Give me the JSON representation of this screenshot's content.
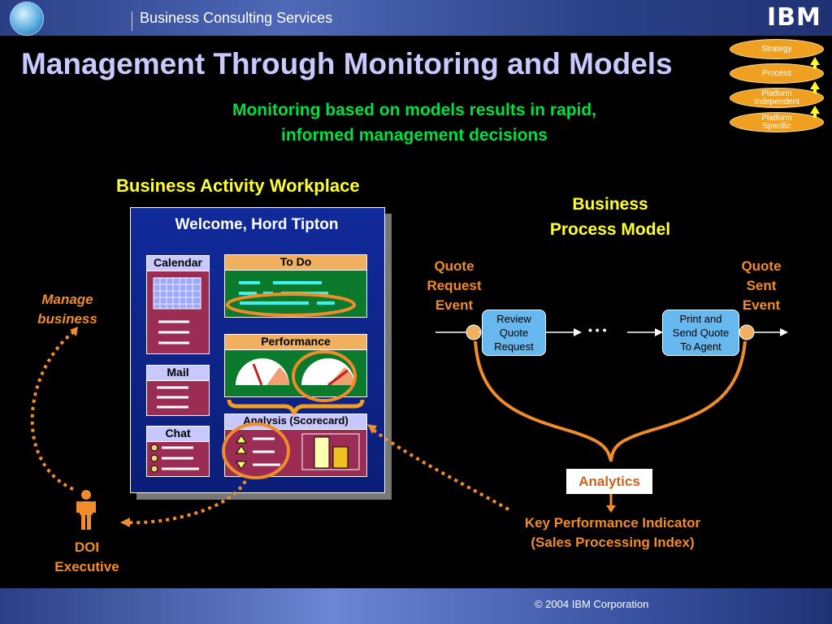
{
  "header": {
    "title": "Business Consulting Services",
    "logo_text": "IBM"
  },
  "footer": {
    "copyright": "© 2004 IBM Corporation"
  },
  "title": "Management Through Monitoring and Models",
  "subtitle_line1": "Monitoring based on models results in rapid,",
  "subtitle_line2": "informed management decisions",
  "levels": [
    {
      "label_line1": "Strategy",
      "label_line2": ""
    },
    {
      "label_line1": "Process",
      "label_line2": ""
    },
    {
      "label_line1": "Platform",
      "label_line2": "Independent"
    },
    {
      "label_line1": "Platform",
      "label_line2": "Specific"
    }
  ],
  "workplace": {
    "title": "Business Activity Workplace",
    "welcome": "Welcome, Hord Tipton",
    "calendar": "Calendar",
    "todo": "To Do",
    "mail": "Mail",
    "performance": "Performance",
    "chat": "Chat",
    "analysis": "Analysis (Scorecard)"
  },
  "manage": {
    "line1": "Manage",
    "line2": "business"
  },
  "executive": {
    "line1": "DOI",
    "line2": "Executive"
  },
  "bpm": {
    "title_line1": "Business",
    "title_line2": "Process Model",
    "start_event": [
      "Quote",
      "Request",
      "Event"
    ],
    "end_event": [
      "Quote",
      "Sent",
      "Event"
    ],
    "step1": [
      "Review",
      "Quote",
      "Request"
    ],
    "ellipsis": "• • •",
    "step2": [
      "Print and",
      "Send Quote",
      "To Agent"
    ]
  },
  "analytics": "Analytics",
  "kpi": {
    "line1": "Key Performance Indicator",
    "line2": "(Sales Processing Index)"
  },
  "colors": {
    "accent_orange": "#f08c2a",
    "title_lavender": "#c7c9ff",
    "subtitle_green": "#00e040",
    "heading_yellow": "#ffff30"
  }
}
